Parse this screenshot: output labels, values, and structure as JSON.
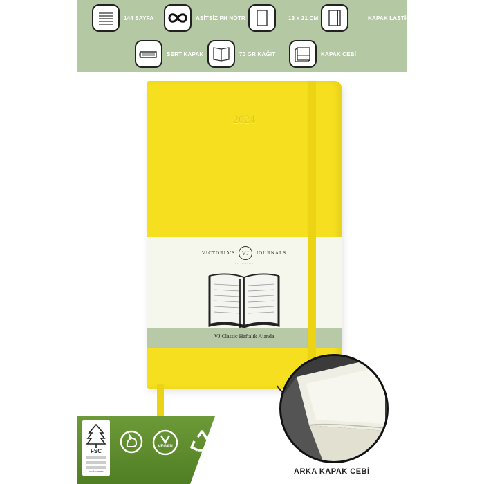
{
  "features": {
    "pages": "144 SAYFA",
    "acid_free": "ASİTSİZ PH NÖTR",
    "size": "13 x 21 CM",
    "elastic": "KAPAK LASTİĞİ",
    "hardcover": "SERT KAPAK",
    "paper": "70 GR KAĞIT",
    "pocket": "KAPAK CEBİ"
  },
  "cover": {
    "year_emboss": "2024"
  },
  "band": {
    "brand_left": "VICTORIA'S",
    "brand_mono": "VJ",
    "brand_right": "JOURNALS",
    "tiny_line": "· · · · · · · · · · · · ·",
    "year": "2024",
    "product_name": "VJ Classic Haftalık Ajanda"
  },
  "badges": {
    "fsc": "FSC",
    "fsc_code": "FSC® C041154",
    "vegan": "VEGAN",
    "forests": "FORESTS FOR ALL FOREVER"
  },
  "pocket_label": "ARKA KAPAK CEBİ",
  "colors": {
    "cover": "#f5df1f",
    "top_band": "#b5c8a4",
    "bottom_band": "#5a8a2c"
  }
}
